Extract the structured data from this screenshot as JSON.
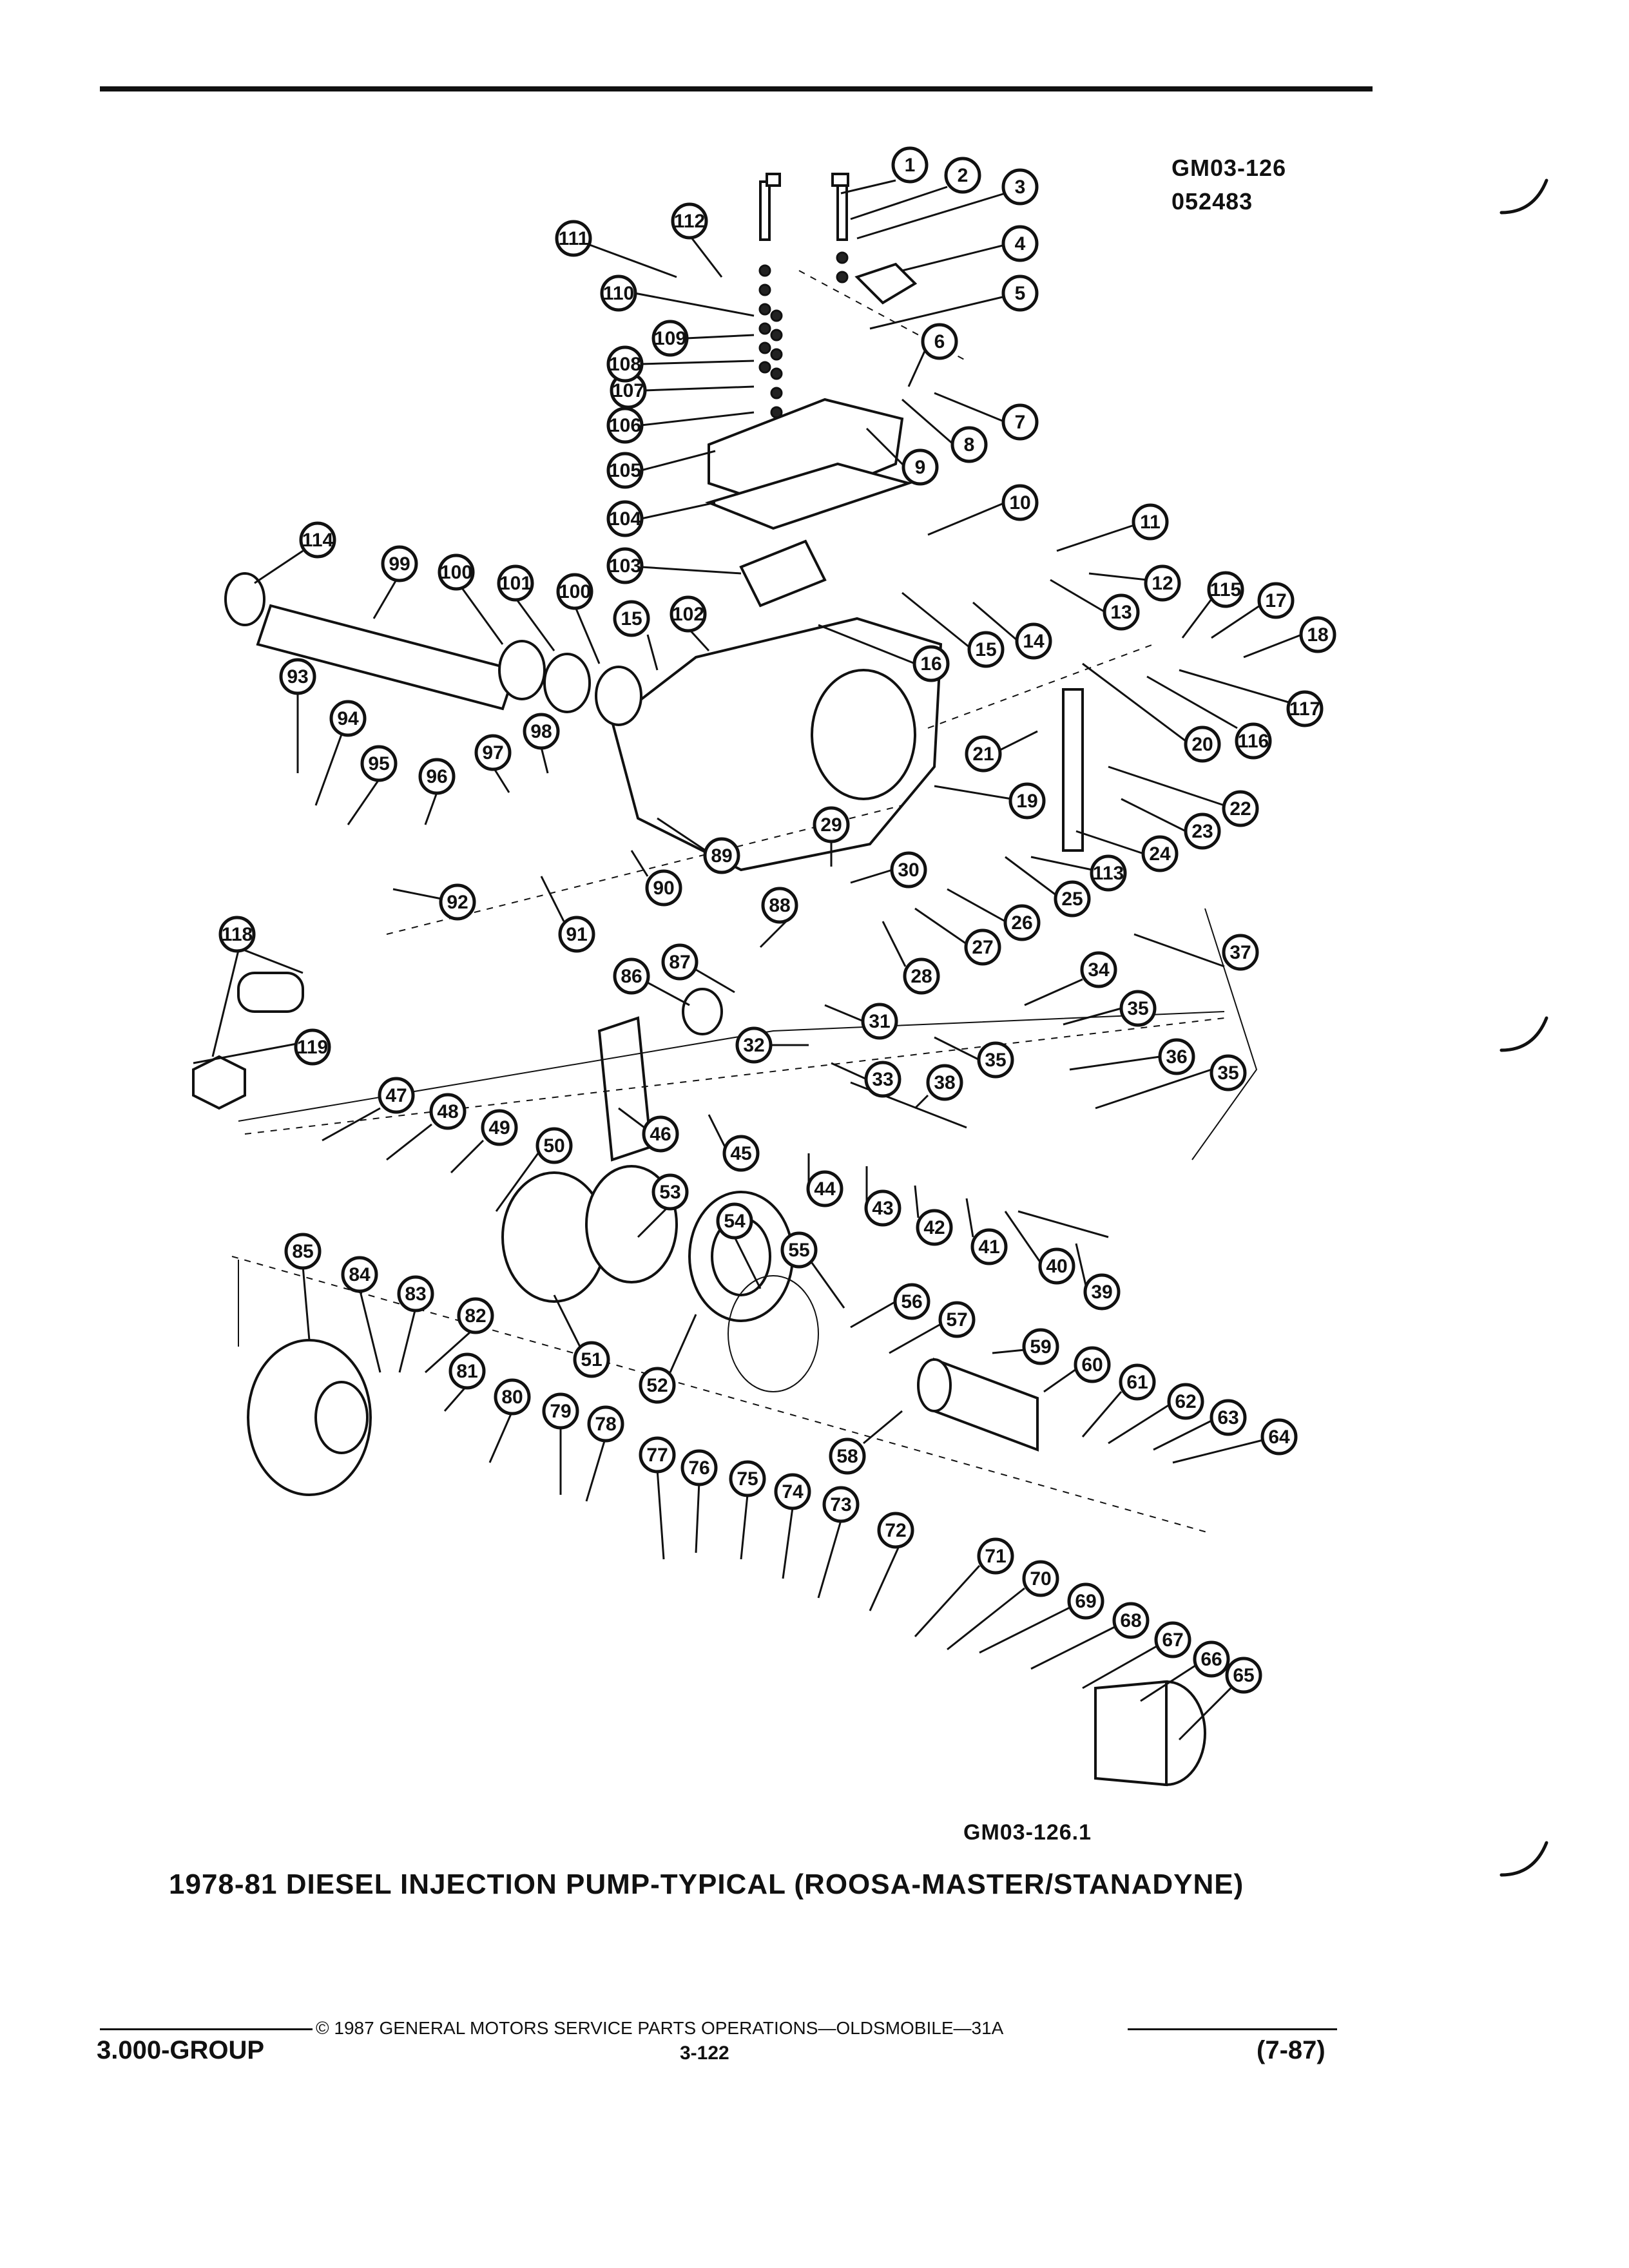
{
  "header": {
    "figure_code_1": "GM03-126",
    "figure_code_2": "052483"
  },
  "figure": {
    "number": "GM03-126.1",
    "caption": "1978-81 DIESEL INJECTION PUMP-TYPICAL (ROOSA-MASTER/STANADYNE)"
  },
  "footer": {
    "copyright": "© 1987 GENERAL MOTORS SERVICE PARTS OPERATIONS—OLDSMOBILE—31A",
    "group": "3.000-GROUP",
    "page": "3-122",
    "date": "(7-87)"
  },
  "callouts": [
    "1",
    "2",
    "3",
    "4",
    "5",
    "6",
    "7",
    "8",
    "9",
    "10",
    "11",
    "12",
    "13",
    "14",
    "15",
    "15",
    "16",
    "17",
    "18",
    "19",
    "20",
    "21",
    "22",
    "23",
    "24",
    "25",
    "26",
    "27",
    "28",
    "29",
    "30",
    "31",
    "32",
    "33",
    "34",
    "35",
    "35",
    "35",
    "36",
    "37",
    "38",
    "39",
    "40",
    "41",
    "42",
    "43",
    "44",
    "45",
    "46",
    "47",
    "48",
    "49",
    "50",
    "51",
    "52",
    "53",
    "54",
    "55",
    "56",
    "57",
    "58",
    "59",
    "60",
    "61",
    "62",
    "63",
    "64",
    "65",
    "66",
    "67",
    "68",
    "69",
    "70",
    "71",
    "72",
    "73",
    "74",
    "75",
    "76",
    "77",
    "78",
    "79",
    "80",
    "81",
    "82",
    "83",
    "84",
    "85",
    "86",
    "87",
    "88",
    "89",
    "90",
    "91",
    "92",
    "93",
    "94",
    "95",
    "96",
    "97",
    "98",
    "99",
    "100",
    "100",
    "101",
    "102",
    "103",
    "104",
    "105",
    "106",
    "107",
    "108",
    "109",
    "110",
    "111",
    "112",
    "113",
    "115",
    "114",
    "116",
    "117",
    "118",
    "119"
  ]
}
